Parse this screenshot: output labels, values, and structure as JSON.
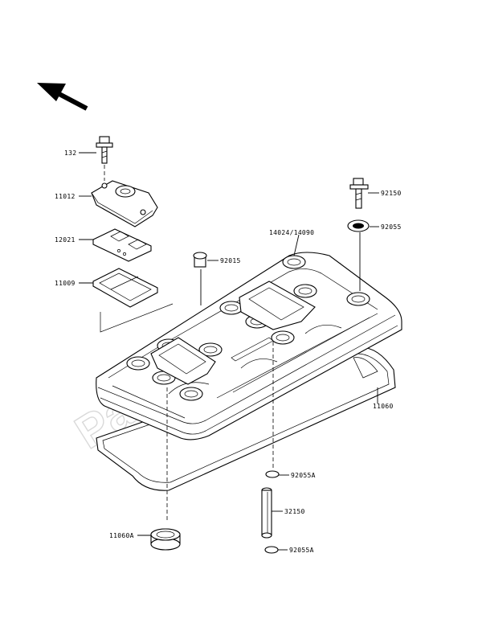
{
  "watermark": {
    "text": "PartsRepublik"
  },
  "labels": {
    "bolt_132": "132",
    "cap_11012": "11012",
    "plate_12021": "12021",
    "gasket_11009": "11009",
    "grommet_92015": "92015",
    "plug_14024": "14024/14090",
    "bolt_92150": "92150",
    "washer_92055": "92055",
    "gasket_11060": "11060",
    "oring_92055a_top": "92055A",
    "pipe_32150": "32150",
    "oring_92055a_bottom": "92055A",
    "seal_11060a": "11060A"
  }
}
